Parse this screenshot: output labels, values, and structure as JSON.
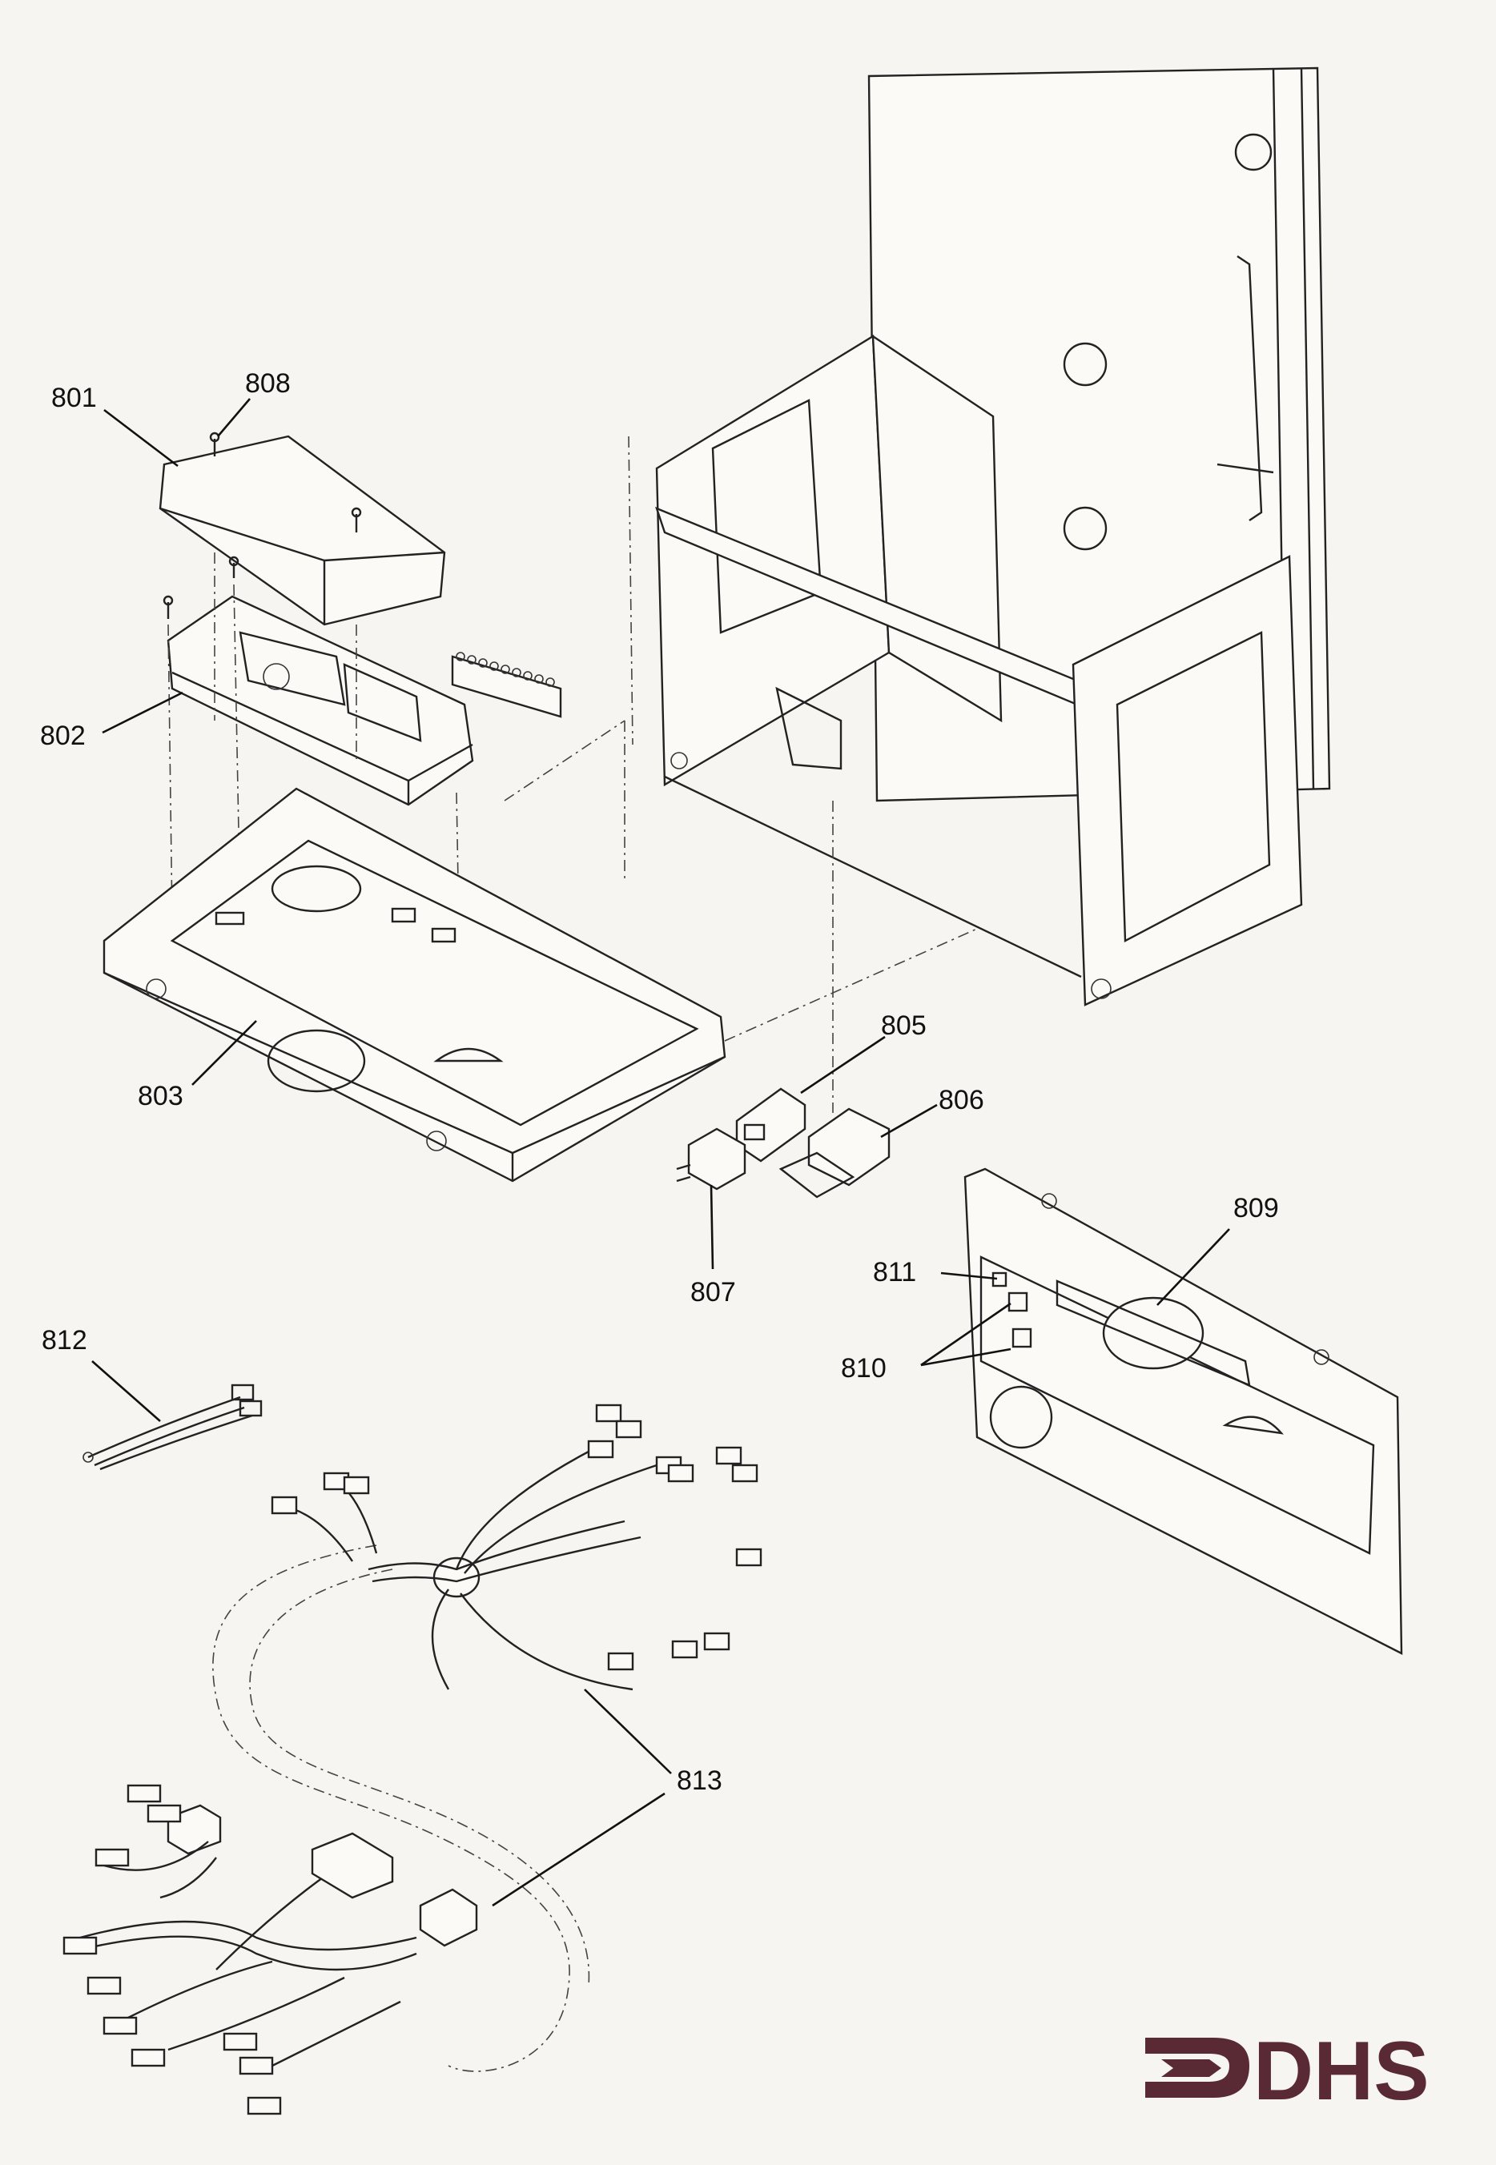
{
  "parts": [
    {
      "id": "801",
      "label": "801"
    },
    {
      "id": "802",
      "label": "802"
    },
    {
      "id": "803",
      "label": "803"
    },
    {
      "id": "805",
      "label": "805"
    },
    {
      "id": "806",
      "label": "806"
    },
    {
      "id": "807",
      "label": "807"
    },
    {
      "id": "808",
      "label": "808"
    },
    {
      "id": "809",
      "label": "809"
    },
    {
      "id": "810",
      "label": "810"
    },
    {
      "id": "811",
      "label": "811"
    },
    {
      "id": "812",
      "label": "812"
    },
    {
      "id": "813",
      "label": "813"
    }
  ],
  "logo": {
    "text": "DHS",
    "color": "#5a2a34"
  },
  "colors": {
    "ink": "#222222",
    "paper": "#f7f5f1"
  }
}
